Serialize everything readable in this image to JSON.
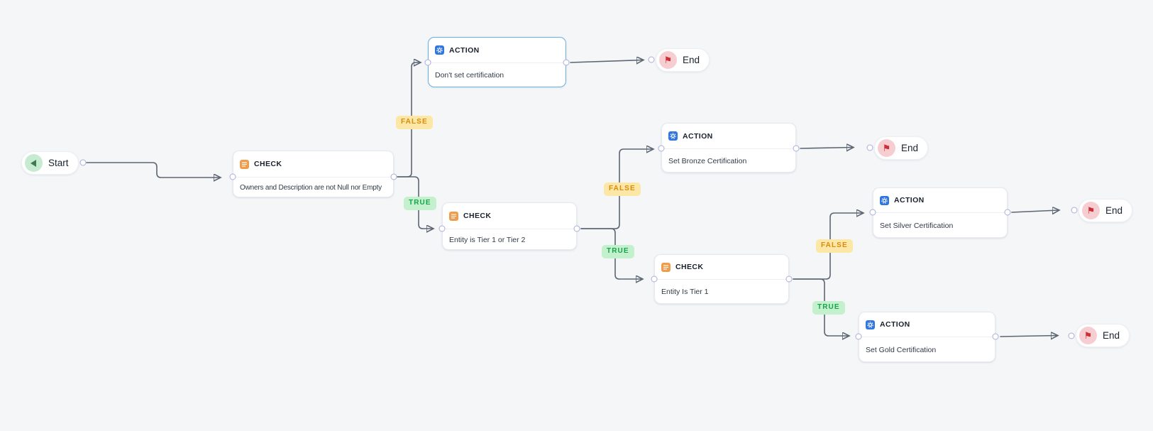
{
  "app": {
    "view": "workflow-canvas"
  },
  "colors": {
    "canvas_bg": "#f4f6f8",
    "edge": "#5d6673",
    "check_icon_bg": "#ee9d4d",
    "action_icon_bg": "#3076e0",
    "selected_node_border": "#69afe3",
    "false_badge_bg": "#fde7a6",
    "false_badge_text": "#d98b0c",
    "true_badge_bg": "#c3f1ce",
    "true_badge_text": "#16a349",
    "start_icon_bg": "#c7ebd1",
    "start_icon_fg": "#3d7a52",
    "end_icon_bg": "#f6ced2",
    "end_icon_fg": "#cd2f34"
  },
  "nodes": {
    "start": {
      "label": "Start"
    },
    "check_root": {
      "type_label": "CHECK",
      "description": "Owners and Description are not Null nor Empty"
    },
    "action_no_cert": {
      "type_label": "ACTION",
      "description": "Don't set certification",
      "selected": true
    },
    "end_no_cert": {
      "label": "End"
    },
    "check_tier_1_or_2": {
      "type_label": "CHECK",
      "description": "Entity is Tier 1 or Tier 2"
    },
    "action_bronze": {
      "type_label": "ACTION",
      "description": "Set Bronze Certification"
    },
    "end_bronze": {
      "label": "End"
    },
    "check_tier_1": {
      "type_label": "CHECK",
      "description": "Entity Is Tier 1"
    },
    "action_silver": {
      "type_label": "ACTION",
      "description": "Set Silver Certification"
    },
    "end_silver": {
      "label": "End"
    },
    "action_gold": {
      "type_label": "ACTION",
      "description": "Set Gold Certification"
    },
    "end_gold": {
      "label": "End"
    }
  },
  "branch_labels": {
    "check_root_false": "FALSE",
    "check_root_true": "TRUE",
    "check_tier_1_or_2_false": "FALSE",
    "check_tier_1_or_2_true": "TRUE",
    "check_tier_1_false": "FALSE",
    "check_tier_1_true": "TRUE"
  }
}
